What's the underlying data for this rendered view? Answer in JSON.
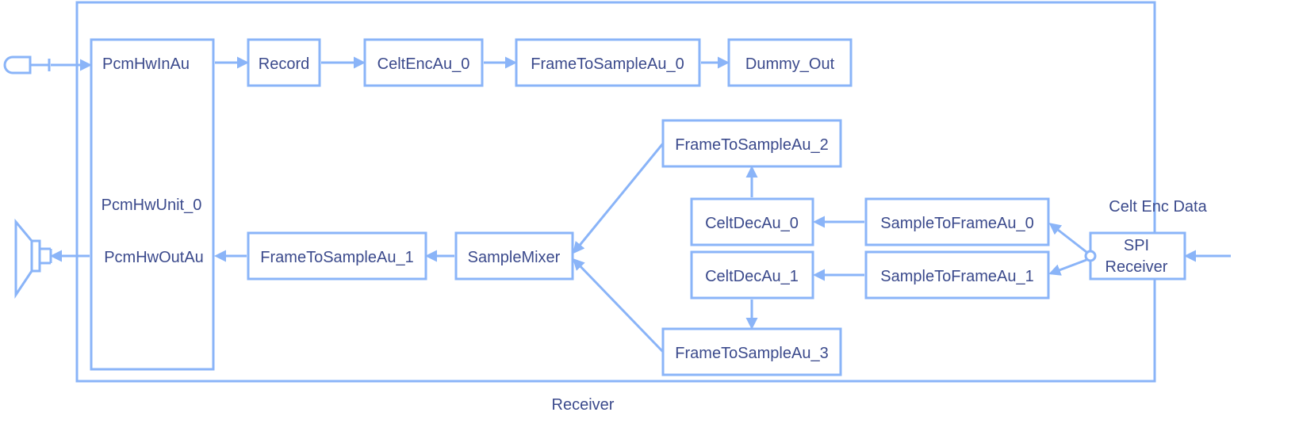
{
  "container": {
    "label": "Receiver"
  },
  "pcm_unit": {
    "in_label": "PcmHwInAu",
    "unit_label": "PcmHwUnit_0",
    "out_label": "PcmHwOutAu"
  },
  "nodes": {
    "record": "Record",
    "celt_enc": "CeltEncAu_0",
    "f2s_0": "FrameToSampleAu_0",
    "dummy_out": "Dummy_Out",
    "f2s_2": "FrameToSampleAu_2",
    "celt_dec_0": "CeltDecAu_0",
    "s2f_0": "SampleToFrameAu_0",
    "f2s_1": "FrameToSampleAu_1",
    "sample_mixer": "SampleMixer",
    "celt_dec_1": "CeltDecAu_1",
    "s2f_1": "SampleToFrameAu_1",
    "f2s_3": "FrameToSampleAu_3",
    "spi_line1": "SPI",
    "spi_line2": "Receiver"
  },
  "external": {
    "celt_enc_data": "Celt Enc Data",
    "microphone": "microphone-icon",
    "speaker": "speaker-icon"
  },
  "colors": {
    "stroke": "#8ab4f8",
    "text": "#3b4a8c"
  }
}
